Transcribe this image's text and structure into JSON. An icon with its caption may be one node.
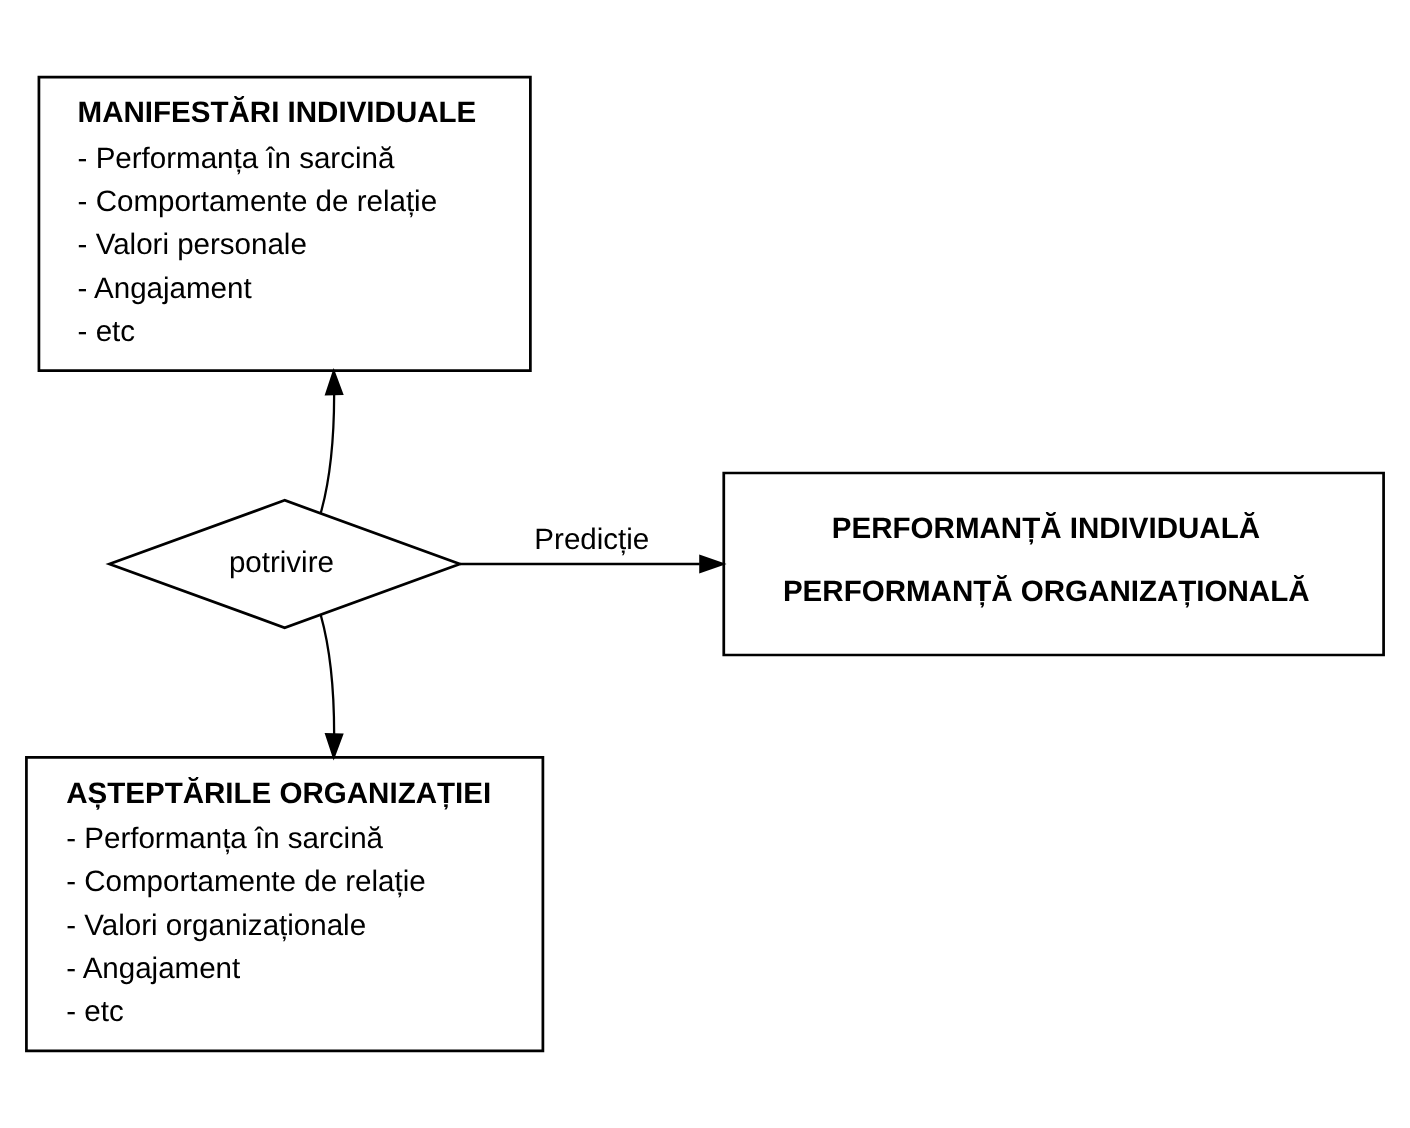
{
  "diagram": {
    "nodes": [
      {
        "text": [
          "MANIFESTĂRI INDIVIDUALE",
          "- Performanța în sarcină",
          "- Comportamente de relație",
          "- Valori personale",
          "- Angajament",
          "- etc"
        ]
      },
      {
        "text": [
          "AȘTEPTĂRILE ORGANIZAȚIEI",
          "- Performanța în sarcină",
          "- Comportamente de relație",
          "- Valori organizaționale",
          "- Angajament",
          "- etc"
        ]
      },
      {
        "text": [
          "PERFORMANȚĂ INDIVIDUALĂ",
          "PERFORMANȚĂ ORGANIZAȚIONALĂ"
        ]
      },
      {
        "text": [
          "potrivire"
        ]
      }
    ],
    "edges": [
      {
        "from": 3,
        "to": 0,
        "arrow": "to"
      },
      {
        "from": 3,
        "to": 1,
        "arrow": "to"
      },
      {
        "from": 3,
        "to": 2,
        "arrow": "to",
        "label": "Predicție"
      }
    ]
  }
}
